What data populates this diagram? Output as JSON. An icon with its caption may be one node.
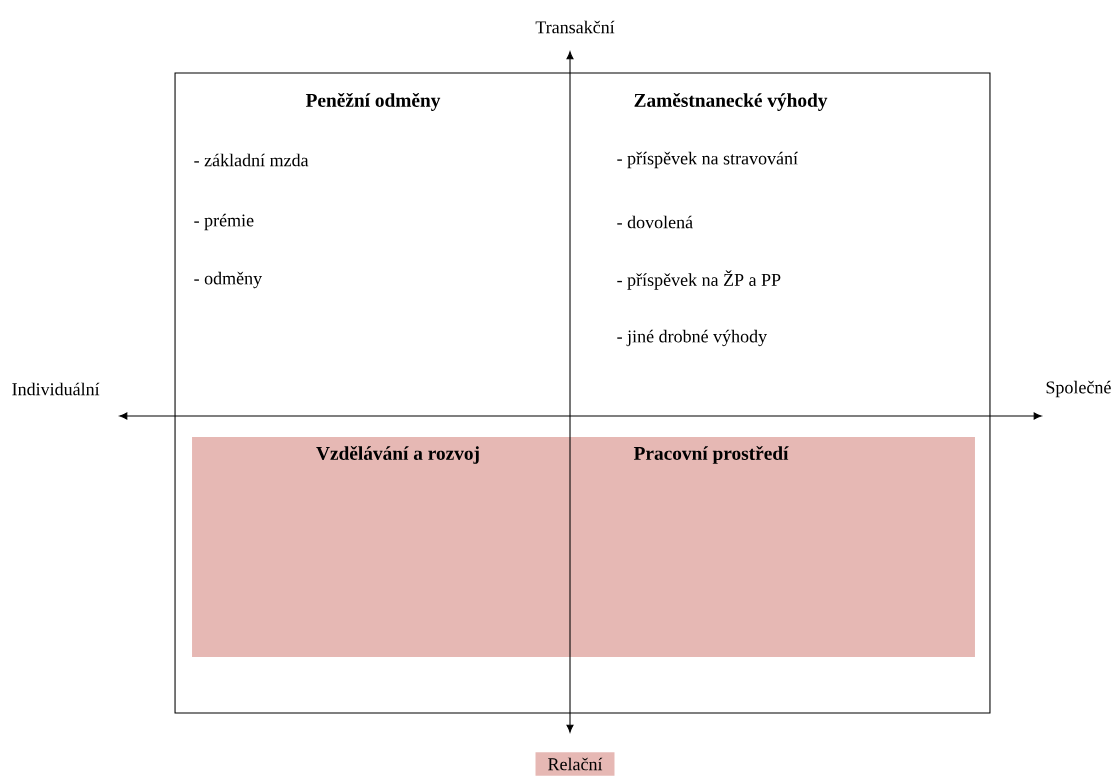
{
  "diagram": {
    "nodes": [
      {
        "text": [],
        "shape": "box"
      },
      {
        "text": [
          "Vzdělávání a rozvoj",
          "Pracovní prostředí"
        ],
        "in": 0
      }
    ],
    "labels": [
      "Transakční",
      "Peněžní odměny",
      "Zaměstnanecké výhody",
      "- základní mzda",
      "- příspěvek na stravování",
      "- prémie",
      "- dovolená",
      "- odměny",
      "- příspěvek na ŽP a PP",
      "- jiné drobné výhody",
      "Individuální",
      "Společné",
      "Relační"
    ]
  }
}
